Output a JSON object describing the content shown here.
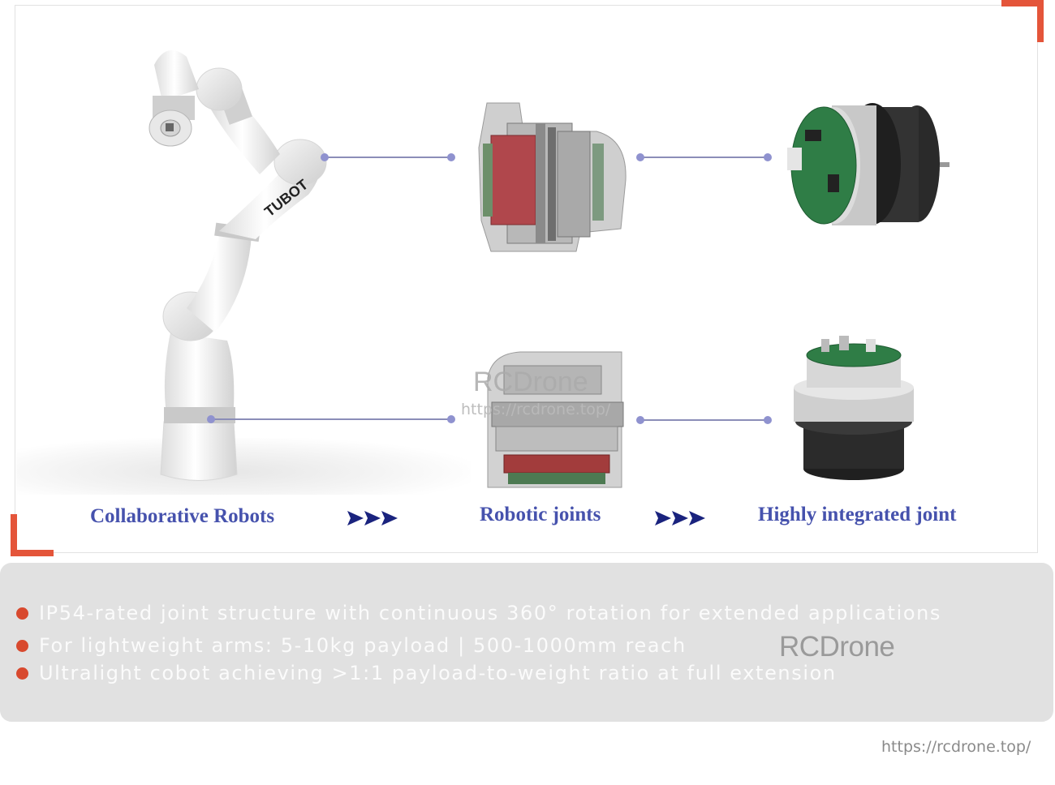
{
  "diagram": {
    "stages": [
      {
        "id": "cobot",
        "label": "Collaborative Robots",
        "image": "white-collaborative-robot-arm",
        "brand_mark": "TUBOT"
      },
      {
        "id": "joints",
        "label": "Robotic joints",
        "image": "robotic-joint-cutaway"
      },
      {
        "id": "integrated",
        "label": "Highly integrated joint",
        "image": "integrated-joint-module"
      }
    ],
    "flow_arrow_icon": "triple-right-arrow-icon"
  },
  "features": [
    {
      "text": "IP54-rated joint structure with continuous 360° rotation for extended applications"
    },
    {
      "text": "For lightweight arms: 5-10kg payload | 500-1000mm reach"
    },
    {
      "text": "Ultralight cobot achieving >1:1 payload-to-weight ratio at full extension"
    }
  ],
  "watermarks": {
    "center_brand": "RCDrone",
    "center_url": "https://rcdrone.top/",
    "panel_brand": "RCDrone",
    "footer_url": "https://rcdrone.top/"
  },
  "colors": {
    "accent_orange": "#e4553a",
    "label_blue": "#4652ad",
    "arrow_navy": "#1a237e",
    "connector": "#8f92cf",
    "panel_bg": "#e1e1e1",
    "bullet": "#d8492e"
  }
}
